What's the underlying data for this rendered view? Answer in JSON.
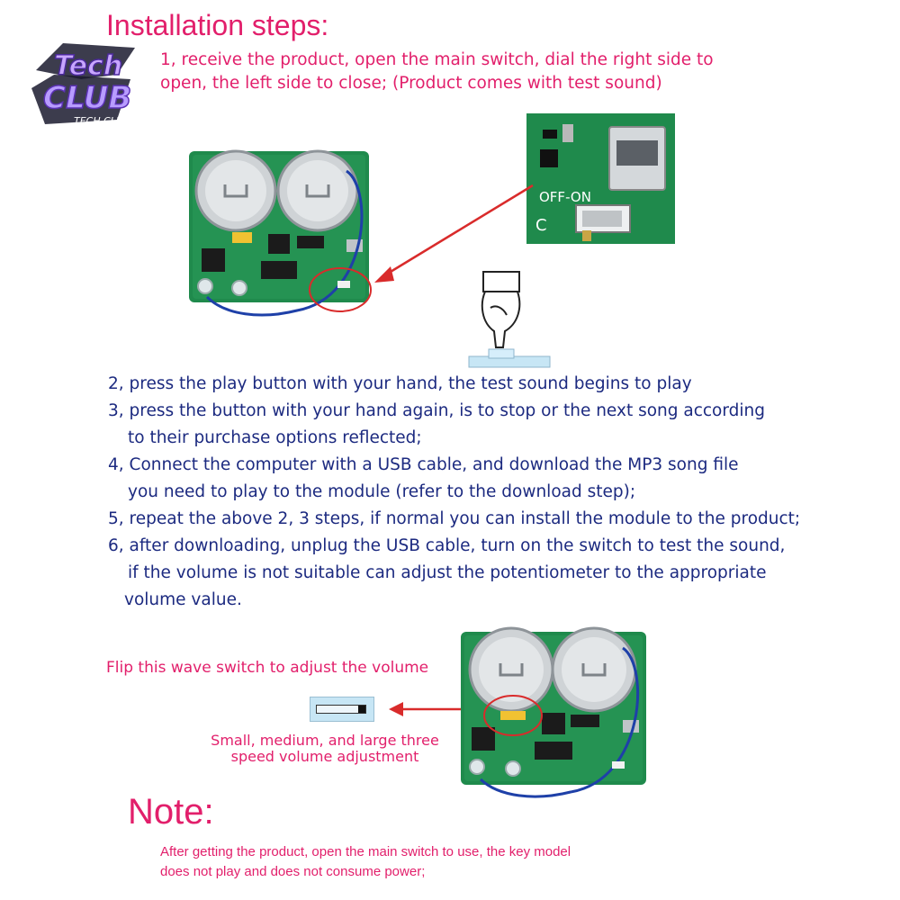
{
  "logo": {
    "line1": "Tech",
    "line2": "CLUB",
    "tagline": "TECH CLUB"
  },
  "title": "Installation steps:",
  "step1": {
    "line1": "1, receive the product, open the main switch, dial the right side to",
    "line2": "open, the left side to close; (Product comes with test sound)"
  },
  "closeup": {
    "switch_label": "OFF-ON",
    "side_letter": "C"
  },
  "steps": [
    {
      "lines": [
        "2, press the play button with your hand, the test sound begins to play"
      ]
    },
    {
      "lines": [
        "3, press the button with your hand again, is to stop or the next song according",
        "to their purchase options reflected;"
      ]
    },
    {
      "lines": [
        "4, Connect the computer with a USB cable, and download the MP3 song file",
        "you need to play to the module (refer to the download step);"
      ]
    },
    {
      "lines": [
        "5, repeat the above 2, 3 steps, if normal you can install the module to the product;"
      ]
    },
    {
      "lines": [
        "6, after downloading, unplug the USB cable, turn on the switch to test the sound,",
        "if the volume is not suitable can adjust the potentiometer to the appropriate",
        "volume value."
      ]
    }
  ],
  "volume": {
    "flip_text": "Flip this wave switch to adjust the volume",
    "speed_line1": "Small, medium, and large three",
    "speed_line2": "speed volume adjustment"
  },
  "note": {
    "heading": "Note:",
    "line1": "After getting the product, open the main switch to use, the key model",
    "line2": "does not play and does not consume power;"
  },
  "colors": {
    "heading_pink": "#e21f6b",
    "body_navy": "#1c2a80",
    "pcb_green": "#1f8a4c",
    "arrow_red": "#d92b2b"
  }
}
